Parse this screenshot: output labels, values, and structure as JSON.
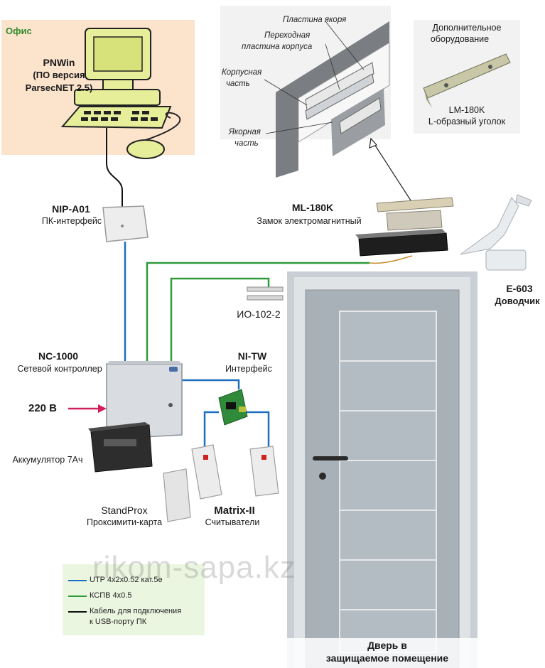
{
  "office": {
    "title": "Офис",
    "pc_name": "PNWin",
    "pc_desc_1": "(ПО версия",
    "pc_desc_2": "ParsecNET 2.5)"
  },
  "lock_detail": {
    "anchor_plate": "Пластина якоря",
    "adapter_plate_1": "Переходная",
    "adapter_plate_2": "пластина корпуса",
    "body_part_1": "Корпусная",
    "body_part_2": "часть",
    "anchor_part_1": "Якорная",
    "anchor_part_2": "часть"
  },
  "accessory": {
    "title_1": "Дополнительное",
    "title_2": "оборудование",
    "model": "LM-180K",
    "desc": "L-образный уголок"
  },
  "devices": {
    "nip_name": "NIP-A01",
    "nip_desc": "ПК-интерфейс",
    "ml_name": "ML-180K",
    "ml_desc": "Замок электромагнитный",
    "e603_name": "E-603",
    "e603_desc": "Доводчик",
    "io_name": "ИО-102-2",
    "nc_name": "NC-1000",
    "nc_desc": "Сетевой контроллер",
    "nitw_name": "NI-TW",
    "nitw_desc": "Интерфейс",
    "power": "220 В",
    "battery": "Аккумулятор 7Ач",
    "card_name": "StandProx",
    "card_desc": "Проксимити-карта",
    "reader_name": "Matrix-II",
    "reader_desc": "Считыватели",
    "door_1": "Дверь в",
    "door_2": "защищаемое помещение"
  },
  "legend": {
    "items": [
      {
        "label": "UTP 4x2x0.52 кат.5е",
        "color": "#1f6fc0"
      },
      {
        "label": "КСПВ 4x0.5",
        "color": "#2f9a3a"
      },
      {
        "label": "Кабель для подключения",
        "color": "#111111"
      },
      {
        "label": "к USB-порту ПК",
        "color": ""
      }
    ]
  },
  "watermark": "rikom-sapa.kz",
  "colors": {
    "utp": "#1f6fc0",
    "kspv": "#2f9a3a",
    "usb": "#111111",
    "power_arrow": "#d0205a",
    "office_bg": "#fbe3cc"
  }
}
